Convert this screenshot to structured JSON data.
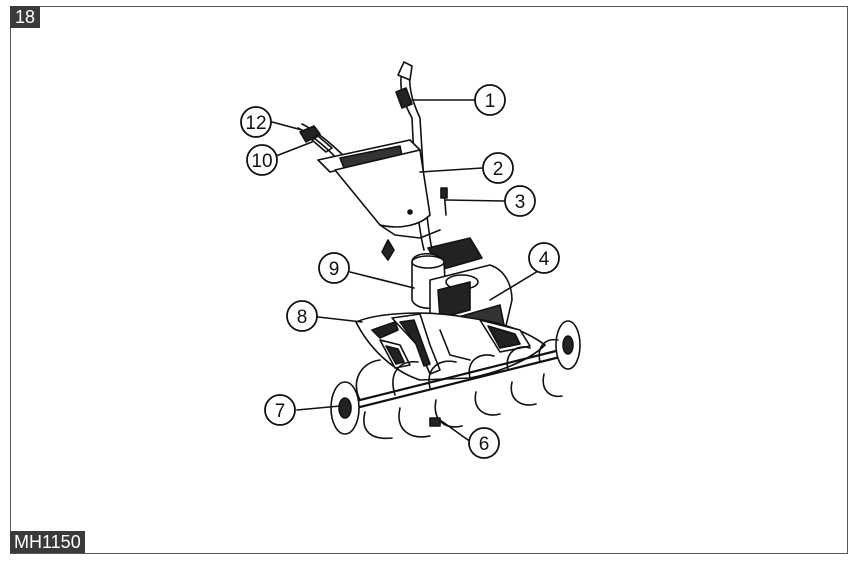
{
  "page": {
    "number": "18",
    "model": "MH1150"
  },
  "callouts": [
    {
      "label": "1"
    },
    {
      "label": "2"
    },
    {
      "label": "3"
    },
    {
      "label": "4"
    },
    {
      "label": "6"
    },
    {
      "label": "7"
    },
    {
      "label": "8"
    },
    {
      "label": "9"
    },
    {
      "label": "10"
    },
    {
      "label": "12"
    }
  ],
  "colors": {
    "tag_bg": "#3a3a3a",
    "line": "#111111"
  }
}
